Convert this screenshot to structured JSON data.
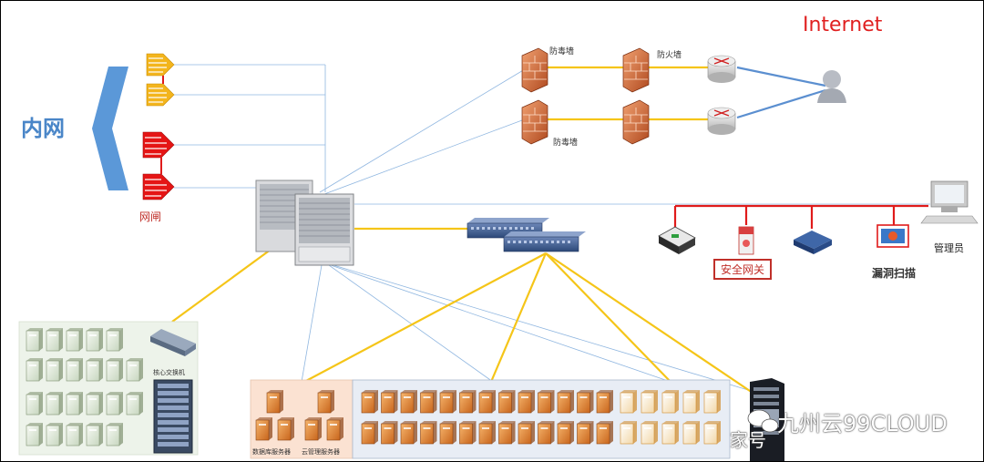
{
  "zones": {
    "intranet_label": "内网",
    "internet_label": "Internet"
  },
  "devices": {
    "gatekeeper_label": "网闸",
    "antivirus_wall_top": "防毒墙",
    "firewall_top": "防火墙",
    "antivirus_wall_bottom": "防毒墙",
    "admin_label": "管理员",
    "security_gateway_label": "安全网关",
    "vuln_scan_label": "漏洞扫描",
    "core_switch_label": "核心交换机",
    "db_server_label": "数据库服务器",
    "cloud_mgmt_server_label": "云管理服务器"
  },
  "watermark": {
    "line1": "九州云99CLOUD",
    "line2": "家号"
  },
  "colors": {
    "yellow_link": "#f5c518",
    "red_link": "#e01b1b",
    "blue_link": "#5b8fd0",
    "orange_server": "#e08a3c",
    "intranet_blue": "#4a86c8",
    "internet_red": "#e02020"
  }
}
